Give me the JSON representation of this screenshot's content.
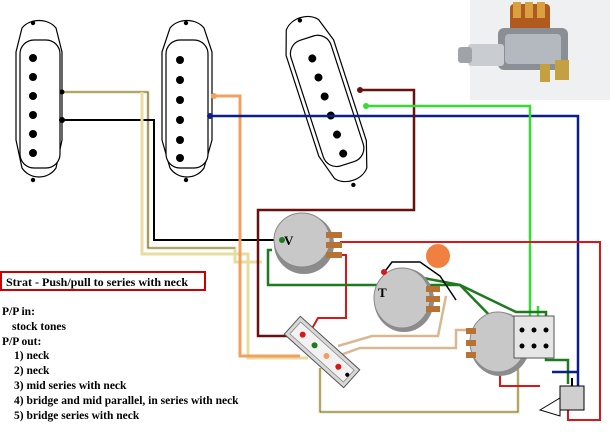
{
  "title": "Strat - Push/pull to series with neck",
  "notes": {
    "pp_in_heading": "P/P in:",
    "pp_in_items": [
      "stock tones"
    ],
    "pp_out_heading": "P/P out:",
    "pp_out_items": [
      "1) neck",
      "2) neck",
      "3) mid series with neck",
      "4) bridge and mid parallel, in series with neck",
      "5) bridge series with neck"
    ]
  },
  "pots": {
    "volume_label": "V",
    "tone_label": "T"
  },
  "colors": {
    "red_wire": "#d81818",
    "black_wire": "#000000",
    "navy_wire": "#0a1f8a",
    "green_wire": "#1e7a1e",
    "lime_wire": "#33dd33",
    "brown_wire": "#6b1010",
    "orange_wire": "#f0a060",
    "cream_wire": "#e8dca0",
    "title_border": "#cc0000"
  }
}
